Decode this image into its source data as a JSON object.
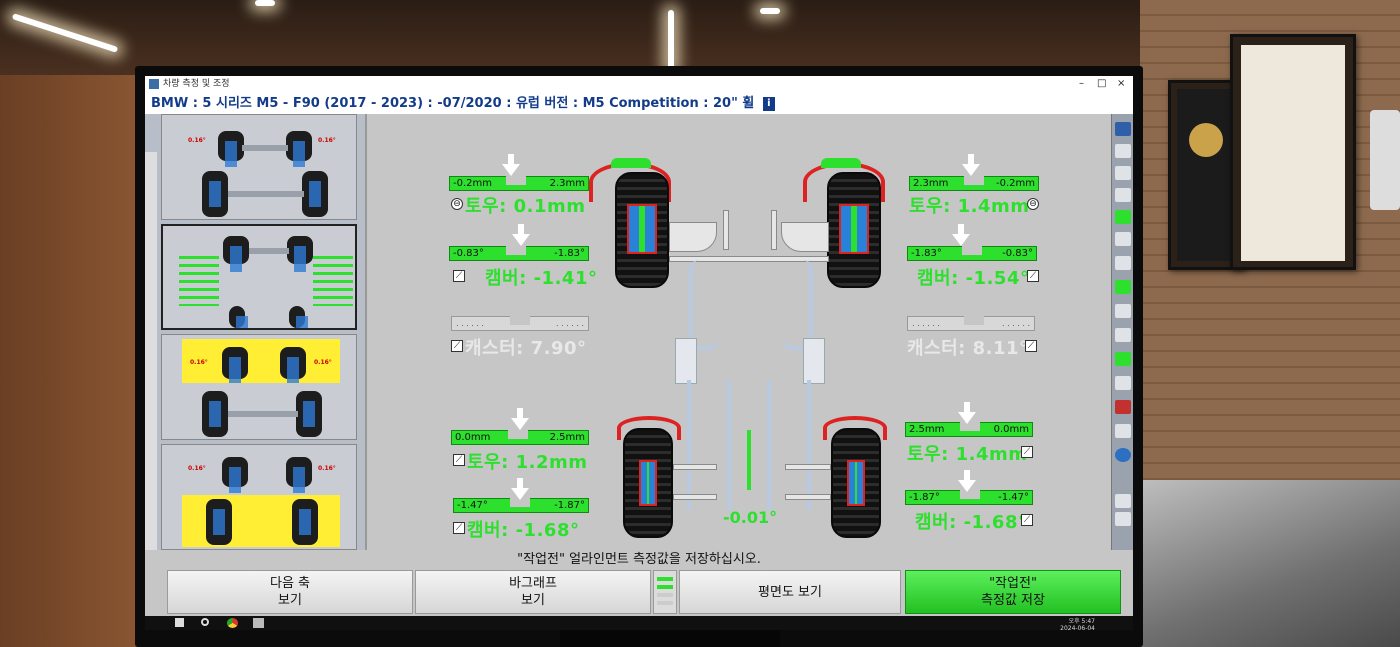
{
  "window": {
    "title": "차량 측정 및 조정",
    "vehicle": "BMW : 5 시리즈 M5 - F90 (2017 - 2023) : -07/2020 : 유럽 버전 : M5 Competition : 20\" 휠",
    "info_icon": "i",
    "controls": [
      "–",
      "□",
      "×"
    ]
  },
  "front_left": {
    "toe_scale": {
      "left": "-0.2mm",
      "right": "2.3mm"
    },
    "toe": "토우: 0.1mm",
    "camber_scale": {
      "left": "-0.83°",
      "right": "-1.83°"
    },
    "camber": "캠버: -1.41°",
    "caster_scale": {
      "left": ". . . . . .",
      "right": ". . . . . ."
    },
    "caster": "캐스터: 7.90°"
  },
  "front_right": {
    "toe_scale": {
      "left": "2.3mm",
      "right": "-0.2mm"
    },
    "toe": "토우: 1.4mm",
    "camber_scale": {
      "left": "-1.83°",
      "right": "-0.83°"
    },
    "camber": "캠버: -1.54°",
    "caster_scale": {
      "left": ". . . . . .",
      "right": ". . . . . ."
    },
    "caster": "캐스터: 8.11°"
  },
  "rear_left": {
    "toe_scale": {
      "left": "0.0mm",
      "right": "2.5mm"
    },
    "toe": "토우: 1.2mm",
    "camber_scale": {
      "left": "-1.47°",
      "right": "-1.87°"
    },
    "camber": "캠버: -1.68°"
  },
  "rear_right": {
    "toe_scale": {
      "left": "2.5mm",
      "right": "0.0mm"
    },
    "toe": "토우: 1.4mm",
    "camber_scale": {
      "left": "-1.87°",
      "right": "-1.47°"
    },
    "camber": "캠버: -1.68°"
  },
  "thrust_angle": "-0.01°",
  "thumbnails": {
    "t1": {
      "left": "0.16°",
      "right": "0.16°"
    },
    "t3": {
      "left": "0.16°",
      "right": "0.16°"
    },
    "t4": {
      "left": "0.16°",
      "right": "0.16°"
    }
  },
  "footer": {
    "prompt": "\"작업전\" 얼라인먼트 측정값을 저장하십시오.",
    "buttons": [
      {
        "line1": "다음 축",
        "line2": "보기"
      },
      {
        "line1": "바그래프",
        "line2": "보기"
      },
      {
        "line1": "평면도 보기",
        "line2": ""
      },
      {
        "line1": "\"작업전\"",
        "line2": "측정값 저장"
      }
    ]
  },
  "taskbar": {
    "time": "오후 5:47",
    "date": "2024-06-04"
  },
  "colors": {
    "in_spec": "#2ee02e",
    "out_spec": "#d22222",
    "vehicle_text": "#123c8a"
  }
}
